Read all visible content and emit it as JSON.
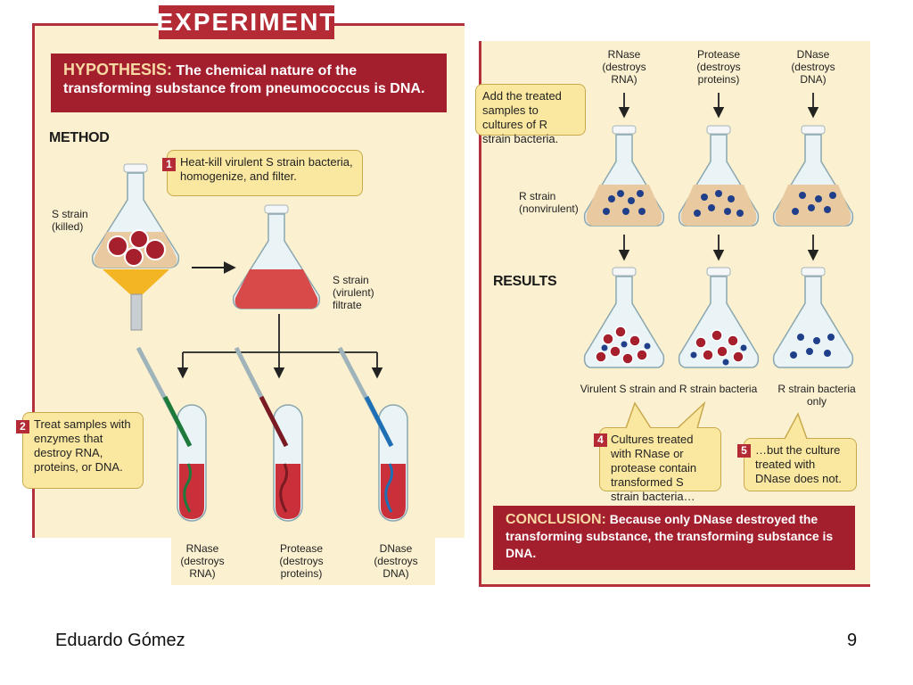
{
  "title": "EXPERIMENT",
  "hypothesis": {
    "lead": "HYPOTHESIS:",
    "text": "The chemical nature of the transforming substance from pneumococcus is DNA."
  },
  "method_heading": "METHOD",
  "results_heading": "RESULTS",
  "steps": {
    "s1": {
      "num": "1",
      "text": "Heat-kill virulent S strain bacteria, homogenize, and filter."
    },
    "s2": {
      "num": "2",
      "text": "Treat samples with enzymes that destroy RNA, proteins, or DNA."
    },
    "s3": {
      "text": "Add the treated samples to cultures of R strain bacteria."
    },
    "s4": {
      "num": "4",
      "text": "Cultures treated with RNase or protease contain transformed S strain bacteria…"
    },
    "s5": {
      "num": "5",
      "text": "…but the culture treated with DNase does not."
    }
  },
  "labels": {
    "s_killed_1": "S strain",
    "s_killed_2": "(killed)",
    "s_virulent_1": "S strain",
    "s_virulent_2": "(virulent)",
    "s_virulent_3": "filtrate",
    "r_strain_1": "R strain",
    "r_strain_2": "(nonvirulent)",
    "result_left": "Virulent S strain and R strain bacteria",
    "result_right_1": "R strain bacteria",
    "result_right_2": "only"
  },
  "enzymes": [
    {
      "name": "RNase",
      "line2": "(destroys",
      "line3": "RNA)",
      "color": "#1d7a3a"
    },
    {
      "name": "Protease",
      "line2": "(destroys",
      "line3": "proteins)",
      "color": "#7a1a22"
    },
    {
      "name": "DNase",
      "line2": "(destroys",
      "line3": "DNA)",
      "color": "#1f6fb5"
    }
  ],
  "conclusion": {
    "lead": "CONCLUSION:",
    "text": "Because only DNase destroyed the transforming substance, the transforming substance is DNA."
  },
  "footer": {
    "author": "Eduardo Gómez",
    "page": "9"
  },
  "colors": {
    "accent_red": "#a31f2e",
    "panel_bg": "#fbf0cf",
    "callout_bg": "#fbe8a0",
    "filtrate": "#d84a4a",
    "medium": "#e9c9a0"
  }
}
